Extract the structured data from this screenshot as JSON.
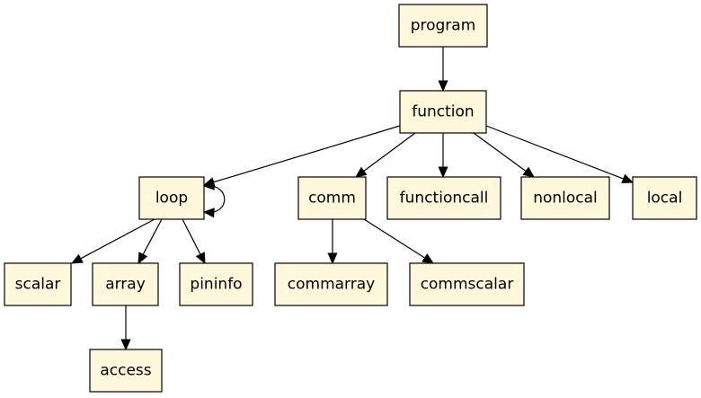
{
  "diagram": {
    "type": "tree",
    "colors": {
      "node_fill": "#fff8dc",
      "node_stroke": "#000000",
      "edge": "#000000"
    },
    "nodes": [
      {
        "id": "program",
        "label": "program"
      },
      {
        "id": "function",
        "label": "function"
      },
      {
        "id": "loop",
        "label": "loop"
      },
      {
        "id": "comm",
        "label": "comm"
      },
      {
        "id": "functioncall",
        "label": "functioncall"
      },
      {
        "id": "nonlocal",
        "label": "nonlocal"
      },
      {
        "id": "local",
        "label": "local"
      },
      {
        "id": "scalar",
        "label": "scalar"
      },
      {
        "id": "array",
        "label": "array"
      },
      {
        "id": "pininfo",
        "label": "pininfo"
      },
      {
        "id": "commarray",
        "label": "commarray"
      },
      {
        "id": "commscalar",
        "label": "commscalar"
      },
      {
        "id": "access",
        "label": "access"
      }
    ],
    "edges": [
      {
        "from": "program",
        "to": "function"
      },
      {
        "from": "function",
        "to": "loop"
      },
      {
        "from": "function",
        "to": "comm"
      },
      {
        "from": "function",
        "to": "functioncall"
      },
      {
        "from": "function",
        "to": "nonlocal"
      },
      {
        "from": "function",
        "to": "local"
      },
      {
        "from": "loop",
        "to": "loop"
      },
      {
        "from": "loop",
        "to": "scalar"
      },
      {
        "from": "loop",
        "to": "array"
      },
      {
        "from": "loop",
        "to": "pininfo"
      },
      {
        "from": "comm",
        "to": "commarray"
      },
      {
        "from": "comm",
        "to": "commscalar"
      },
      {
        "from": "array",
        "to": "access"
      }
    ]
  }
}
